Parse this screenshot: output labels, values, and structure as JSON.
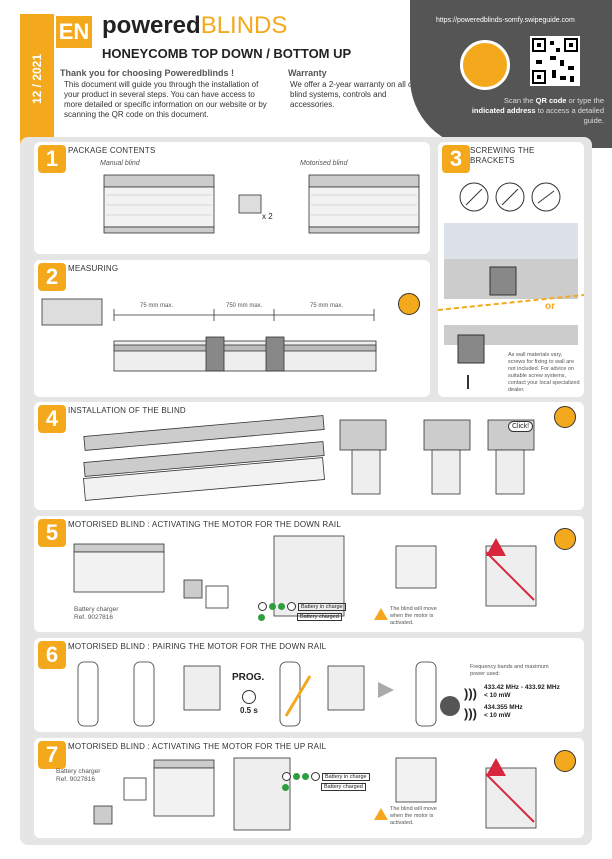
{
  "header": {
    "date": "12 / 2021",
    "lang": "EN",
    "logo_a": "powered",
    "logo_b": "BLINDS",
    "title": "HONEYCOMB TOP DOWN / BOTTOM UP",
    "thanks_title": "Thank you for choosing Poweredblinds !",
    "thanks_text": "This document will guide you through the installation of your product in several steps. You can have access to more detailed or specific information on our website or by scanning the QR code on this document.",
    "warranty_title": "Warranty",
    "warranty_text": "We offer a 2-year warranty on all our blind systems, controls and accessories.",
    "url": "https://poweredblinds-somfy.swipeguide.com",
    "qr_text_1": "Scan the ",
    "qr_bold_1": "QR code",
    "qr_text_2": " or type the ",
    "qr_bold_2": "indicated address",
    "qr_text_3": " to access a detailed guide."
  },
  "sections": {
    "s1": {
      "num": "1",
      "title": "PACKAGE CONTENTS",
      "manual": "Manual blind",
      "motorised": "Motorised blind",
      "x2": "x 2"
    },
    "s2": {
      "num": "2",
      "title": "MEASURING",
      "d1": "75 mm max.",
      "d2": "750 mm max.",
      "d3": "75 mm max."
    },
    "s3": {
      "num": "3",
      "title": "SCREWING THE BRACKETS",
      "or": "or",
      "note": "As wall materials vary, screws for fixing to wall are not included. For advice on suitable screw systems, contact your local specialized dealer."
    },
    "s4": {
      "num": "4",
      "title": "INSTALLATION OF THE BLIND",
      "click": "Click!"
    },
    "s5": {
      "num": "5",
      "title": "MOTORISED BLIND : ACTIVATING THE MOTOR FOR THE DOWN RAIL",
      "charger": "Battery charger",
      "ref": "Ref. 9027816",
      "in_charge": "Battery in charge",
      "charged": "Battery charged",
      "note": "The blind will move when the motor is activated."
    },
    "s6": {
      "num": "6",
      "title": "MOTORISED BLIND : PAIRING THE MOTOR FOR THE DOWN RAIL",
      "prog": "PROG.",
      "time": "0.5 s",
      "freq_note": "Frequency bands and maximum power used:",
      "f1": "433.42 MHz - 433.92 MHz",
      "p1": "< 10 mW",
      "f2": "434.355 MHz",
      "p2": "< 10 mW"
    },
    "s7": {
      "num": "7",
      "title": "MOTORISED BLIND : ACTIVATING THE MOTOR FOR THE UP RAIL",
      "charger": "Battery charger",
      "ref": "Ref. 9027816",
      "in_charge": "Battery in charge",
      "charged": "Battery charged",
      "note": "The blind will move when the motor is activated."
    }
  },
  "colors": {
    "accent": "#f4a81c",
    "dark": "#555555",
    "panel": "#e5e5e5",
    "green": "#2e9e3e",
    "warn": "#d7263d"
  }
}
